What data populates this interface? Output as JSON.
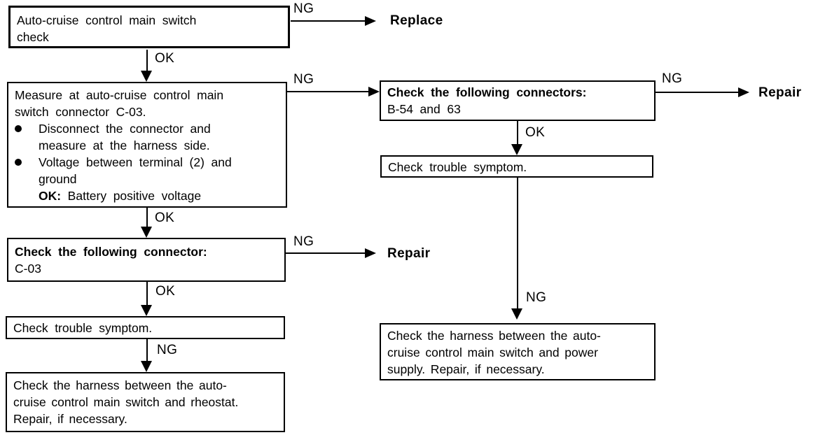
{
  "labels": {
    "ng": "NG",
    "ok": "OK"
  },
  "terminals": {
    "replace": "Replace",
    "repair": "Repair"
  },
  "boxes": {
    "main_switch_check": {
      "lines": [
        "Auto-cruise control main switch",
        "check"
      ]
    },
    "measure": {
      "intro_lines": [
        "Measure at auto-cruise control main",
        "switch connector C-03."
      ],
      "bullet1_lines": [
        "Disconnect the connector and",
        "measure at the harness side."
      ],
      "bullet2_lines": [
        "Voltage between terminal (2) and",
        "ground"
      ],
      "ok_label": "OK:",
      "ok_text": "Battery positive voltage"
    },
    "check_connector": {
      "title": "Check the following connector:",
      "detail": "C-03"
    },
    "check_trouble_left": {
      "text": "Check trouble symptom."
    },
    "harness_rheostat": {
      "lines": [
        "Check the harness between the auto-",
        "cruise control main switch and rheostat.",
        "Repair, if necessary."
      ]
    },
    "check_connectors": {
      "title": "Check the following connectors:",
      "detail": "B-54 and 63"
    },
    "check_trouble_right": {
      "text": "Check trouble symptom."
    },
    "harness_power": {
      "lines": [
        "Check the harness between the auto-",
        "cruise control main switch and power",
        "supply. Repair, if necessary."
      ]
    }
  },
  "colors": {
    "ink": "#000000",
    "paper": "#ffffff"
  }
}
